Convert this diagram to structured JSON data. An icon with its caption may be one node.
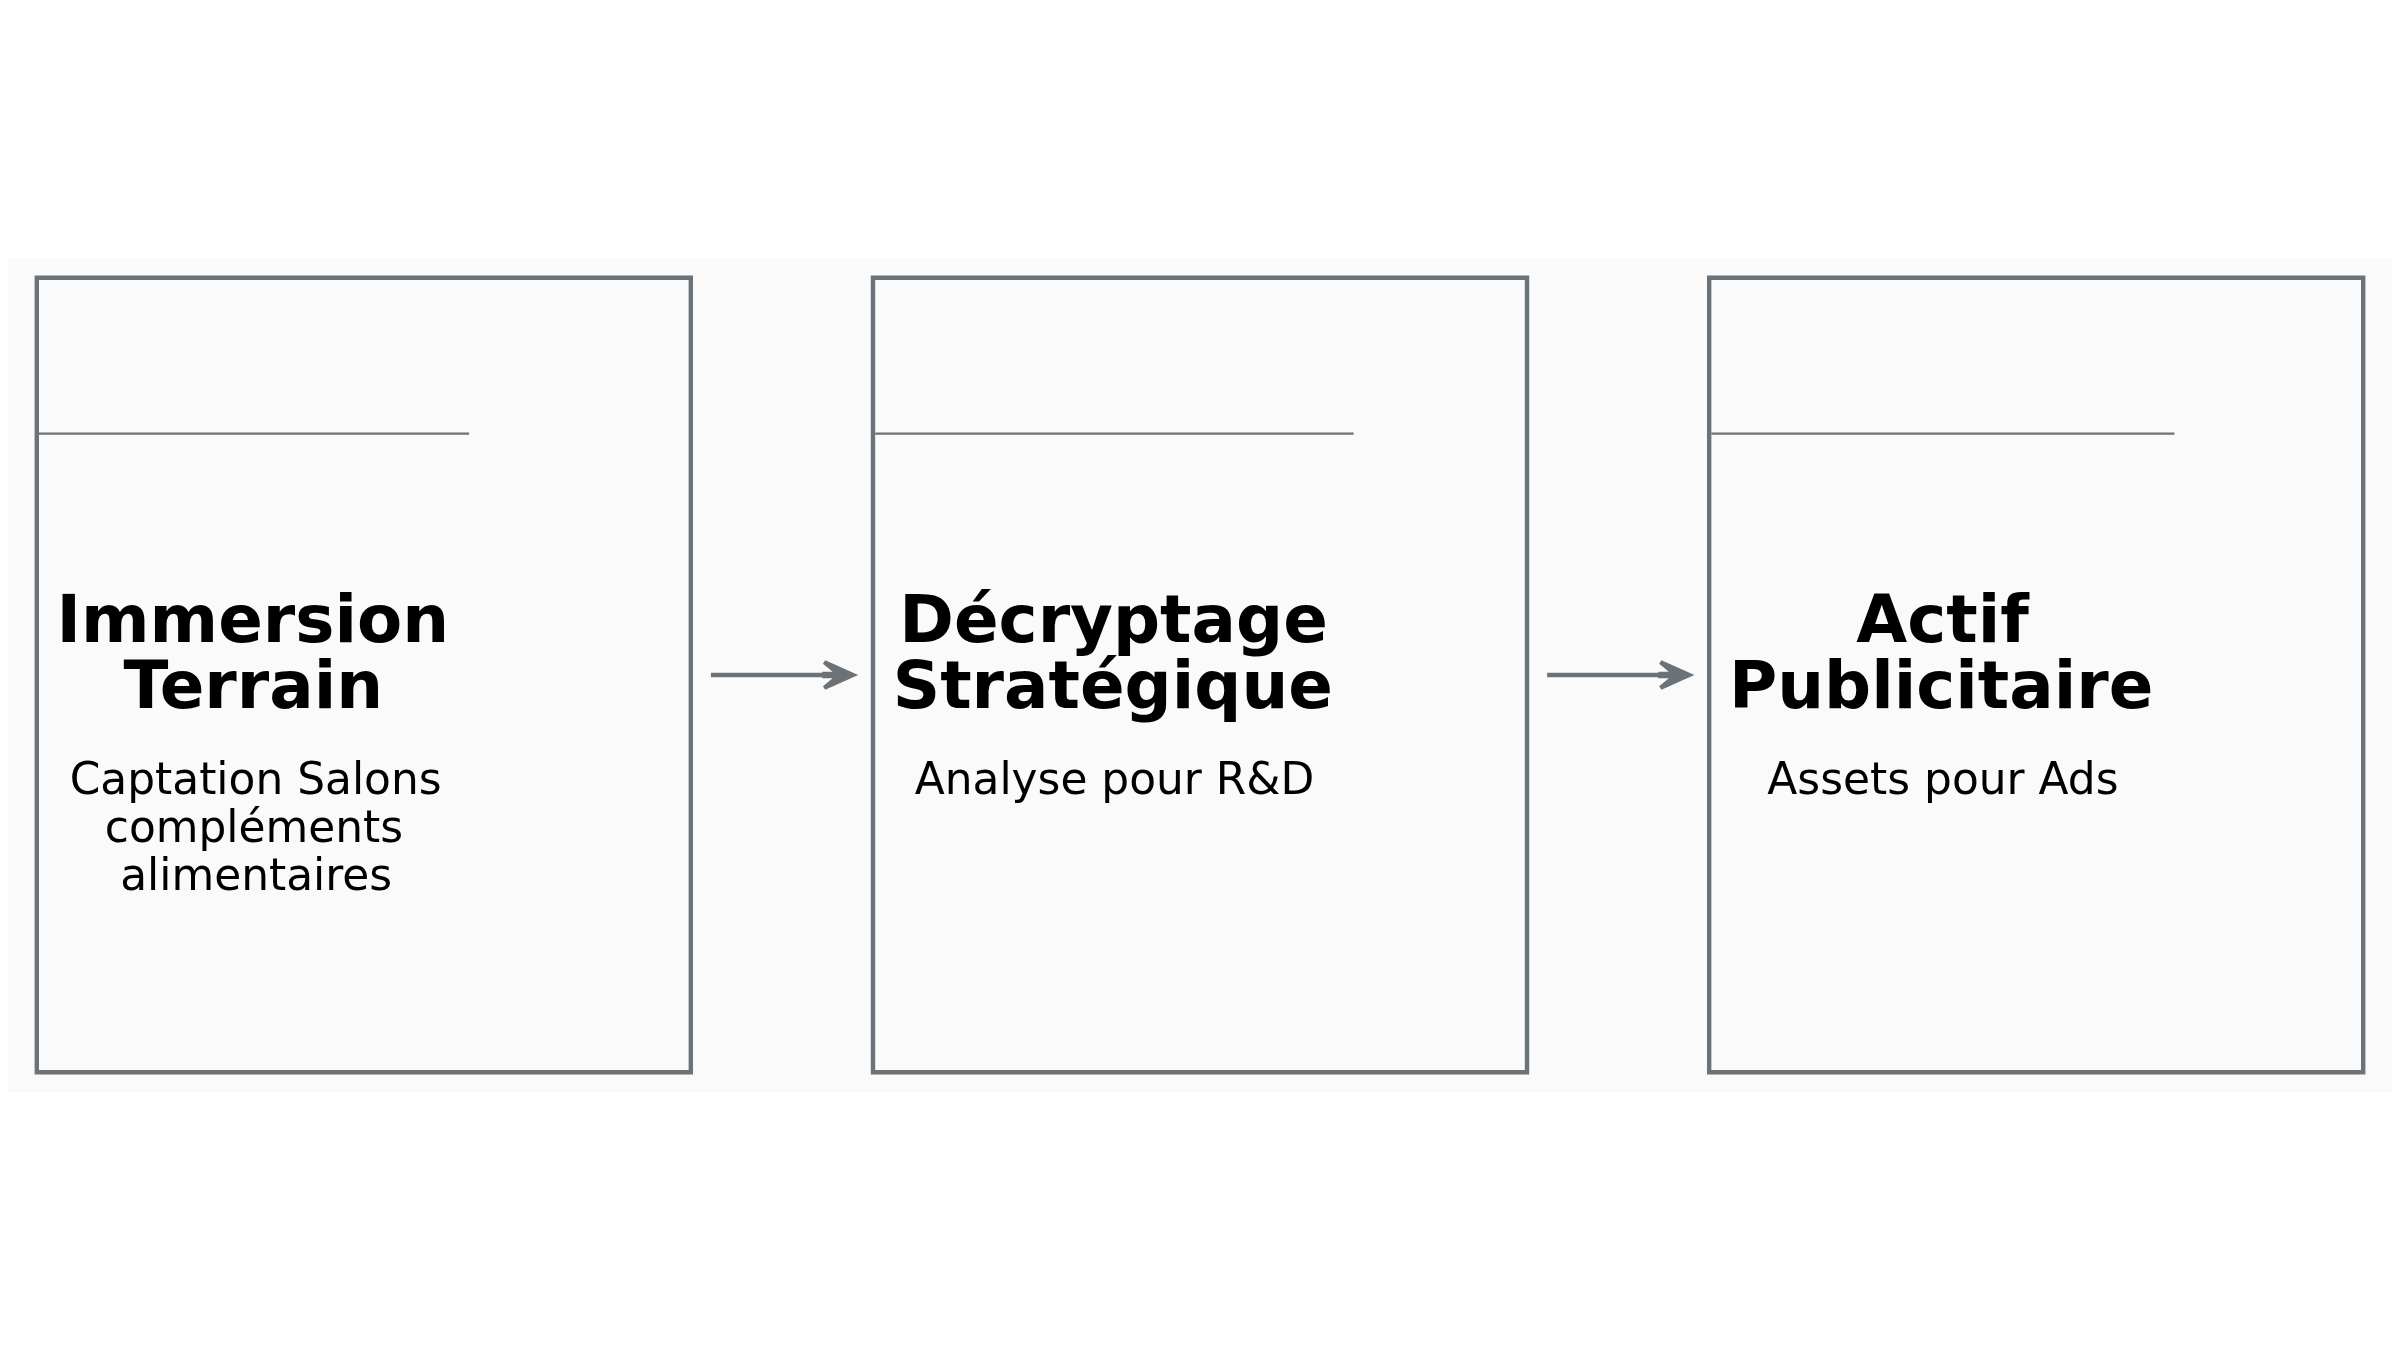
{
  "diagram": {
    "nodes": [
      {
        "text": [
          "Immersion Terrain",
          "Captation Salons compléments alimentaires"
        ]
      },
      {
        "text": [
          "Décryptage Stratégique",
          "Analyse pour R&D"
        ]
      },
      {
        "text": [
          "Actif Publicitaire",
          "Assets pour Ads"
        ]
      }
    ],
    "edges": [
      {
        "from": 0,
        "to": 1,
        "arrow": "to"
      },
      {
        "from": 1,
        "to": 2,
        "arrow": "to"
      }
    ]
  }
}
